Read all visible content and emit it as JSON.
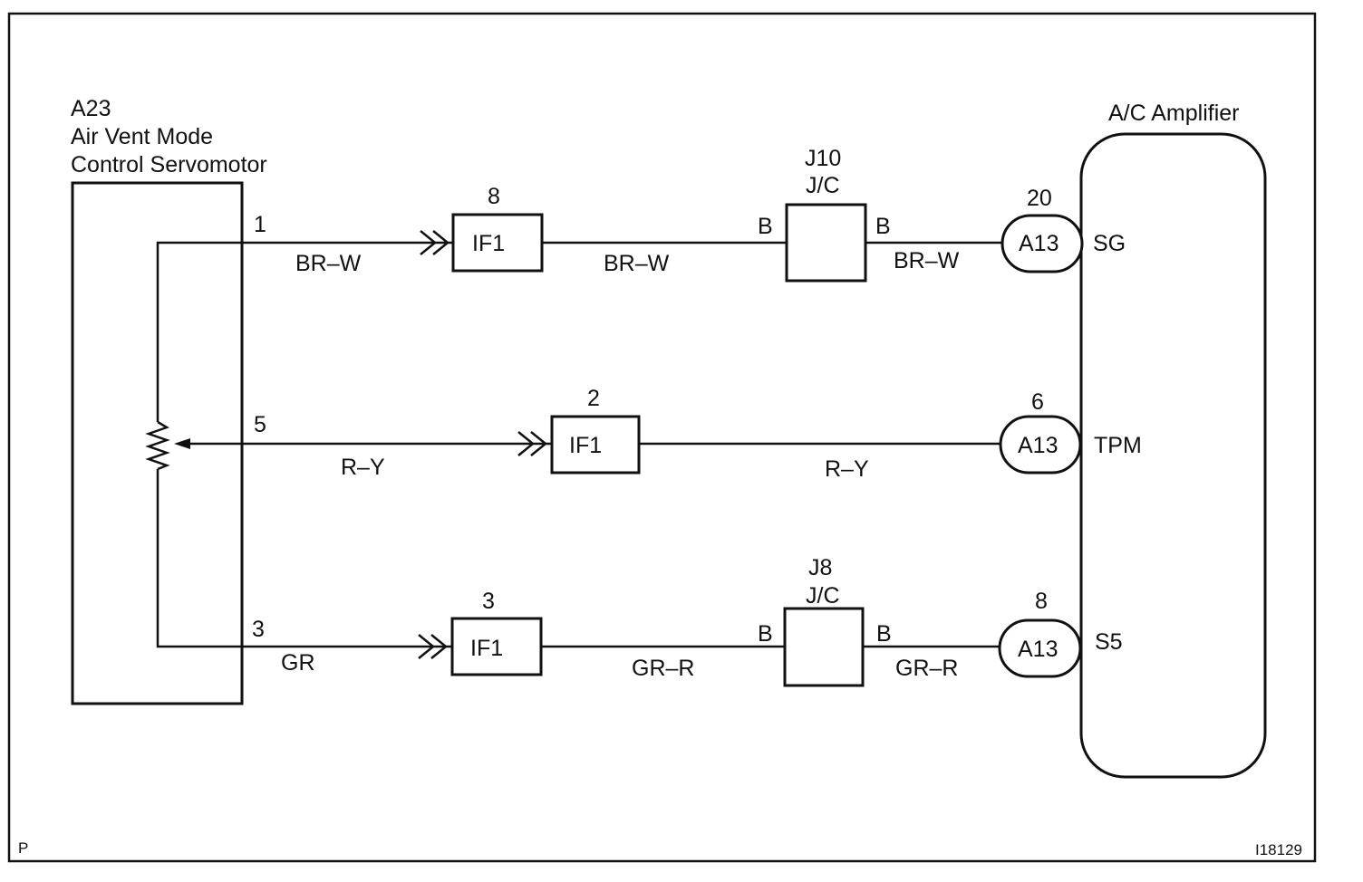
{
  "page": {
    "corner_left": "P",
    "corner_right": "I18129"
  },
  "servomotor": {
    "code": "A23",
    "name_line1": "Air Vent Mode",
    "name_line2": "Control Servomotor"
  },
  "amplifier": {
    "name": "A/C Amplifier"
  },
  "circuits": [
    {
      "pin": "1",
      "wire1": "BR–W",
      "connector": "IF1",
      "connector_pin": "8",
      "junction": {
        "code": "J10",
        "type": "J/C",
        "left_pin": "B",
        "right_pin": "B"
      },
      "wire2": "BR–W",
      "wire3": "BR–W",
      "amp_connector": "A13",
      "amp_pin": "20",
      "terminal": "SG"
    },
    {
      "pin": "5",
      "wire1": "R–Y",
      "connector": "IF1",
      "connector_pin": "2",
      "wire2": "R–Y",
      "amp_connector": "A13",
      "amp_pin": "6",
      "terminal": "TPM"
    },
    {
      "pin": "3",
      "wire1": "GR",
      "connector": "IF1",
      "connector_pin": "3",
      "junction": {
        "code": "J8",
        "type": "J/C",
        "left_pin": "B",
        "right_pin": "B"
      },
      "wire2": "GR–R",
      "wire3": "GR–R",
      "amp_connector": "A13",
      "amp_pin": "8",
      "terminal": "S5"
    }
  ]
}
